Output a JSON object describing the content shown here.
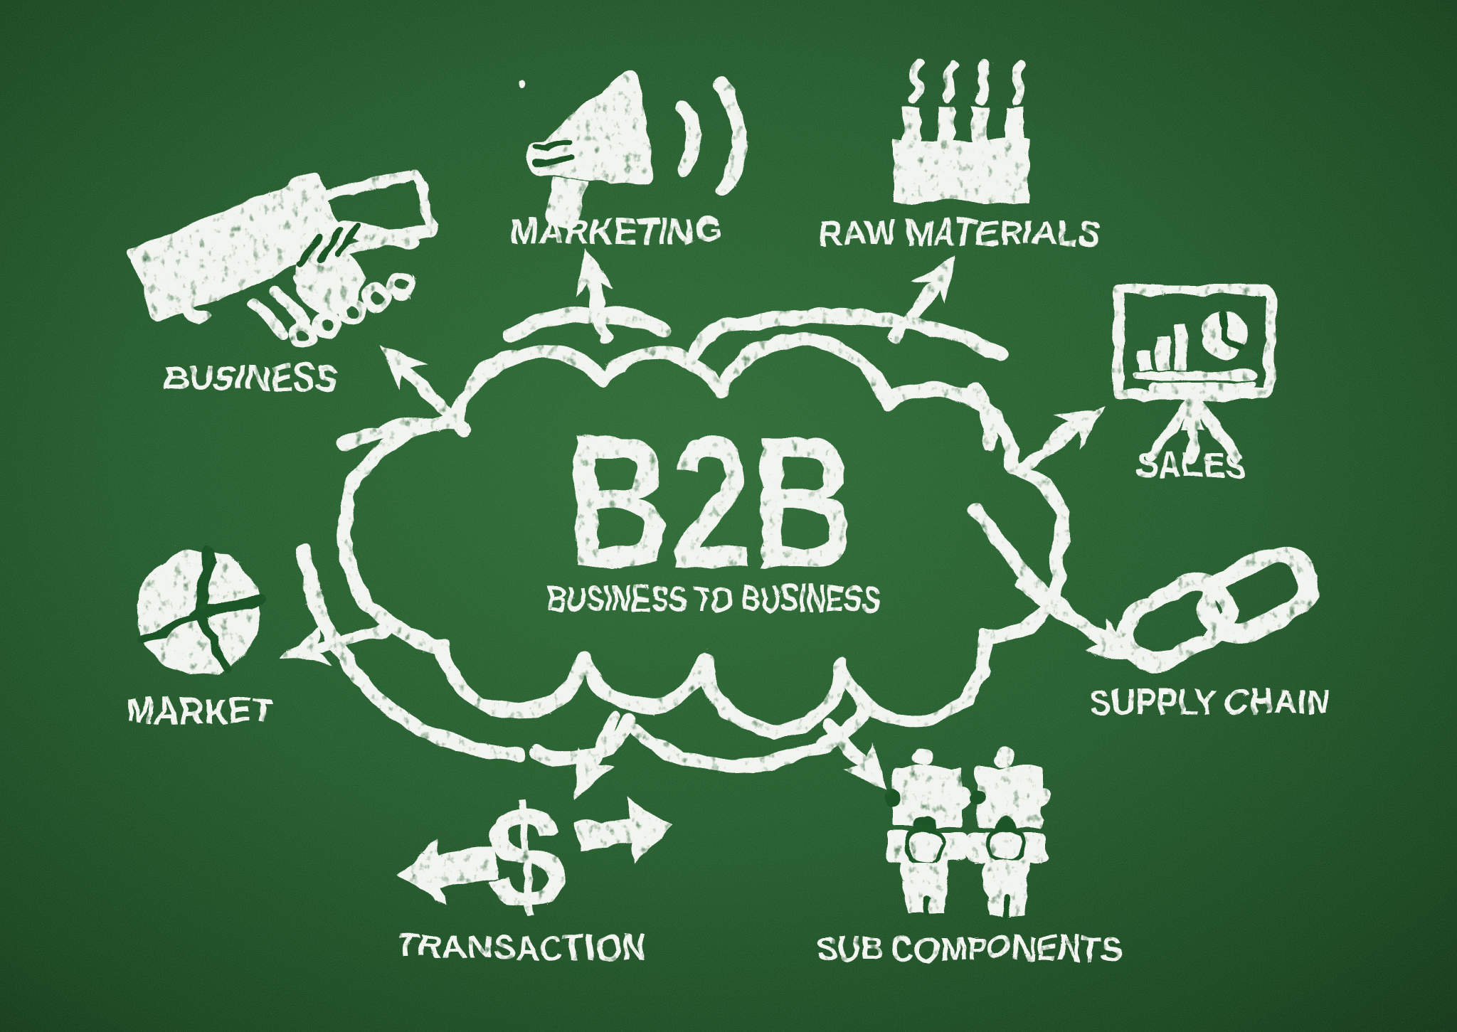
{
  "board": {
    "background_center": "#2c6b34",
    "background_mid": "#215a2a",
    "background_edge": "#0f3414",
    "chalk_color": "#f2f4ef"
  },
  "center": {
    "title": "B2B",
    "subtitle": "BUSINESS TO BUSINESS",
    "shape": "cloud"
  },
  "nodes": [
    {
      "id": "business",
      "label": "BUSINESS",
      "icon": "handshake-icon",
      "position": "upper-left"
    },
    {
      "id": "marketing",
      "label": "MARKETING",
      "icon": "megaphone-icon",
      "position": "top-center"
    },
    {
      "id": "raw-materials",
      "label": "RAW MATERIALS",
      "icon": "factory-icon",
      "position": "top-right"
    },
    {
      "id": "sales",
      "label": "SALES",
      "icon": "presentation-chart-icon",
      "position": "right-upper"
    },
    {
      "id": "supply-chain",
      "label": "SUPPLY CHAIN",
      "icon": "chain-link-icon",
      "position": "right-lower"
    },
    {
      "id": "sub-components",
      "label": "SUB COMPONENTS",
      "icon": "puzzle-people-icon",
      "position": "bottom-right"
    },
    {
      "id": "transaction",
      "label": "TRANSACTION",
      "icon": "dollar-arrows-icon",
      "position": "bottom-left"
    },
    {
      "id": "market",
      "label": "MARKET",
      "icon": "pie-chart-icon",
      "position": "left"
    }
  ],
  "glyphs": {
    "transaction_dollar": "$"
  },
  "arrows": [
    {
      "from": "b2b",
      "to": "business",
      "direction": "up-left"
    },
    {
      "from": "b2b",
      "to": "marketing",
      "direction": "up"
    },
    {
      "from": "b2b",
      "to": "raw-materials",
      "direction": "up-right"
    },
    {
      "from": "b2b",
      "to": "sales",
      "direction": "up-right"
    },
    {
      "from": "b2b",
      "to": "supply-chain",
      "direction": "down-right"
    },
    {
      "from": "b2b",
      "to": "sub-components",
      "direction": "down-right"
    },
    {
      "from": "b2b",
      "to": "transaction",
      "direction": "down-left"
    },
    {
      "from": "b2b",
      "to": "market",
      "direction": "left"
    }
  ]
}
